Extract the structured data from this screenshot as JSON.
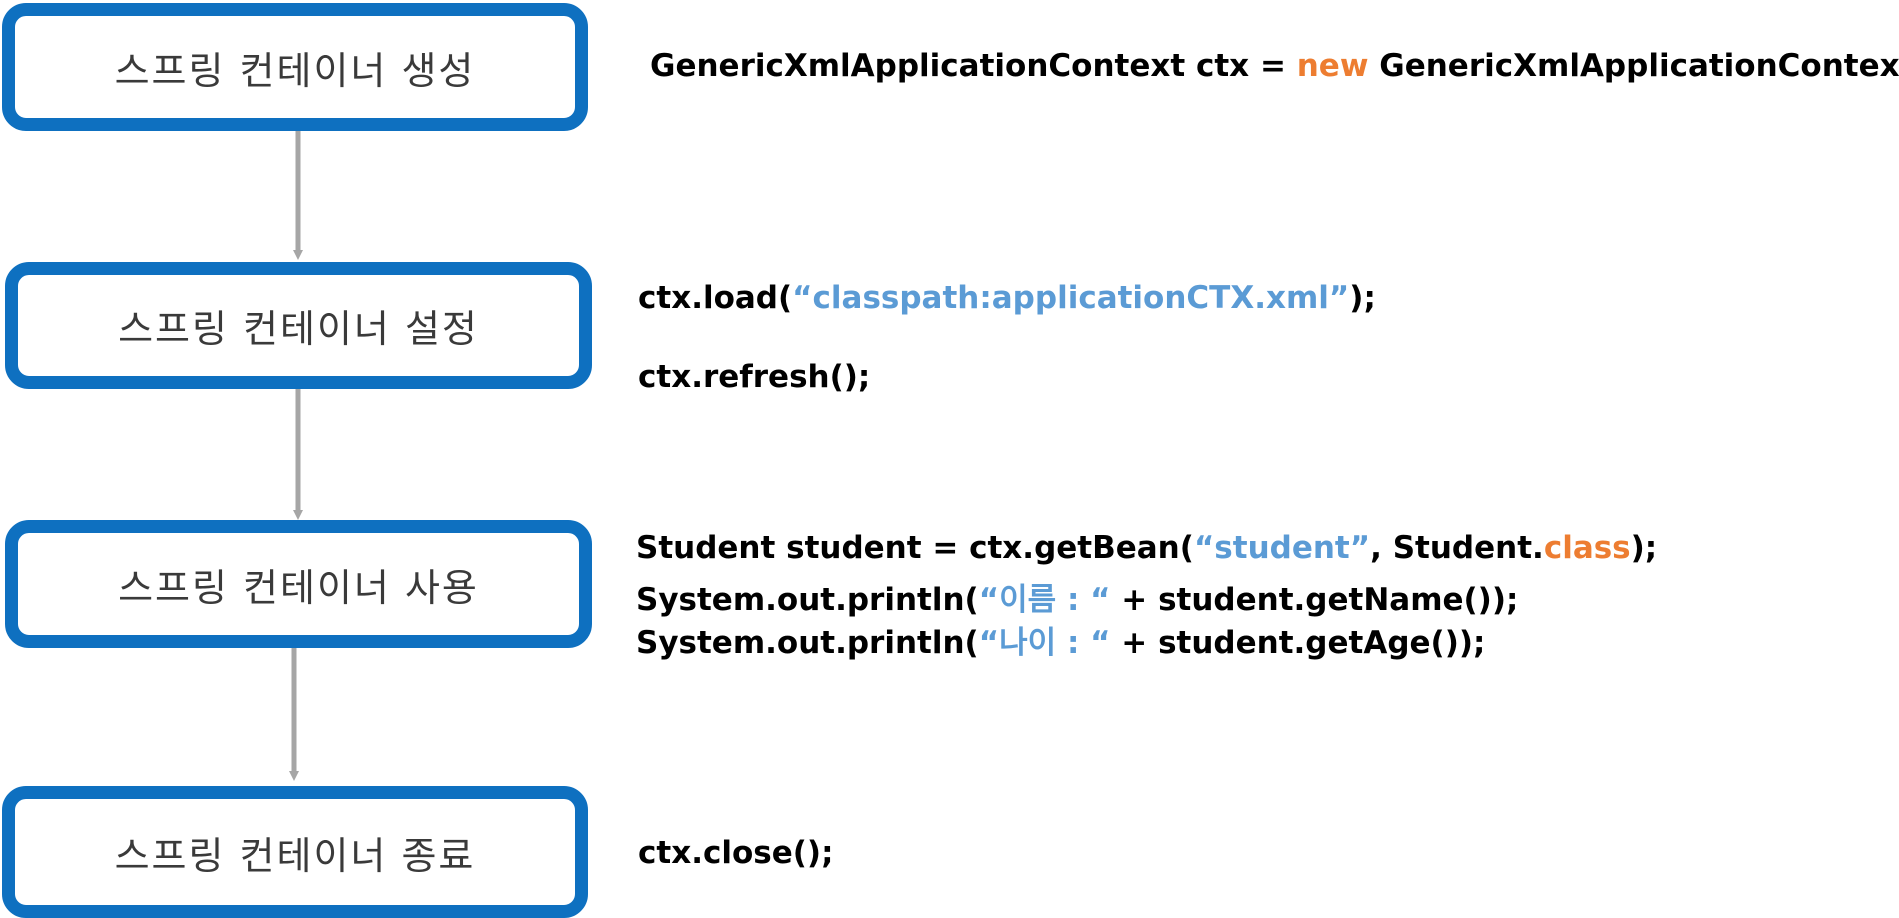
{
  "steps": [
    {
      "label": "스프링 컨테이너 생성"
    },
    {
      "label": "스프링 컨테이너 설정"
    },
    {
      "label": "스프링 컨테이너 사용"
    },
    {
      "label": "스프링 컨테이너 종료"
    }
  ],
  "code": {
    "create": {
      "pre": "GenericXmlApplicationContext ctx = ",
      "kw": "new",
      "post": " GenericXmlApplicationContext();"
    },
    "load": {
      "pre": "ctx.load(",
      "str": "“classpath:applicationCTX.xml”",
      "post": ");"
    },
    "refresh": "ctx.refresh();",
    "get_bean": {
      "pre": "Student student = ctx.getBean(",
      "str": "“student”",
      "mid": ", Student.",
      "kw": "class",
      "post": ");"
    },
    "print_name": {
      "pre": "System.out.println(",
      "str": "“이름 : “",
      "post": " + student.getName());"
    },
    "print_age": {
      "pre": "System.out.println(",
      "str": "“나이 : “",
      "post": " + student.getAge());"
    },
    "close": "ctx.close();"
  },
  "colors": {
    "box_border": "#0e70c0",
    "arrow": "#a6a6a6",
    "keyword": "#ed7d31",
    "string": "#5b9bd5"
  }
}
